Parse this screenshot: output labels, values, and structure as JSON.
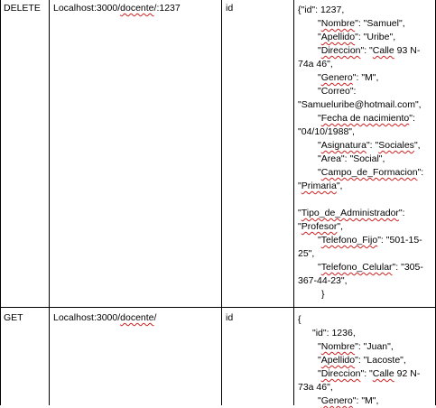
{
  "rows": [
    {
      "method": "DELETE",
      "url_base": "Localhost:3000/",
      "url_word": "docente",
      "url_tail": "/:1237",
      "param": "id",
      "body_lines": [
        {
          "indent": 0,
          "text": "{\"id\": 1237,"
        },
        {
          "indent": 1,
          "pre": "\"",
          "word": "Nombre",
          "post": "\": \"Samuel\","
        },
        {
          "indent": 1,
          "pre": "\"",
          "word": "Apellido",
          "post": "\": \"Uribe\","
        },
        {
          "indent": 1,
          "pre": "\"",
          "word": "Direccion",
          "post": "\": \"",
          "word2": "Calle",
          "post2": " 93 N-"
        },
        {
          "indent": 0,
          "text": "74a 46\","
        },
        {
          "indent": 1,
          "pre": "\"",
          "word": "Genero",
          "post": "\": \"M\","
        },
        {
          "indent": 1,
          "text": "\"Correo\":"
        },
        {
          "indent": 0,
          "text": "\"Samueluribe@hotmail.com\","
        },
        {
          "indent": 1,
          "pre": "\"",
          "word": "Fecha de nacimiento",
          "post": "\":"
        },
        {
          "indent": 0,
          "text": "\"04/10/1988\","
        },
        {
          "indent": 1,
          "pre": "\"",
          "word": "Asignatura",
          "post": "\": \"",
          "word2": "Sociales",
          "post2": "\","
        },
        {
          "indent": 1,
          "text": "\"Area\": \"Social\","
        },
        {
          "indent": 1,
          "pre": "\"",
          "word": "Campo_de_Formacion",
          "post": "\":"
        },
        {
          "indent": 0,
          "pre": "\"",
          "word": "Primaria",
          "post": "\","
        },
        {
          "indent": 0,
          "text": ""
        },
        {
          "indent": 0,
          "pre": "\"",
          "word": "Tipo_de_Administrador",
          "post": "\":"
        },
        {
          "indent": 0,
          "pre": "\"",
          "word": "Profesor",
          "post": "\","
        },
        {
          "indent": 1,
          "pre": "\"",
          "word": "Telefono_Fijo",
          "post": "\": \"501-15-"
        },
        {
          "indent": 0,
          "text": "25\","
        },
        {
          "indent": 1,
          "pre": "\"",
          "word": "Telefono_Celular",
          "post": "\": \"305-"
        },
        {
          "indent": 0,
          "text": "367-44-23\","
        },
        {
          "indent": 2,
          "text": "}"
        }
      ]
    },
    {
      "method": "GET",
      "url_base": "Localhost:3000/",
      "url_word": "docente",
      "url_tail": "/",
      "param": "id",
      "body_lines": [
        {
          "indent": 0,
          "text": " {"
        },
        {
          "indent": 3,
          "text": "\"id\": 1236,"
        },
        {
          "indent": 1,
          "pre": "\"",
          "word": "Nombre",
          "post": "\": \"Juan\","
        },
        {
          "indent": 1,
          "pre": "\"",
          "word": "Apellido",
          "post": "\": \"Lacoste\","
        },
        {
          "indent": 1,
          "pre": "\"",
          "word": "Direccion",
          "post": "\": \"",
          "word2": "Calle",
          "post2": " 92 N-"
        },
        {
          "indent": 0,
          "text": "73a 46\","
        },
        {
          "indent": 1,
          "pre": "\"",
          "word": "Genero",
          "post": "\": \"M\","
        }
      ]
    }
  ]
}
